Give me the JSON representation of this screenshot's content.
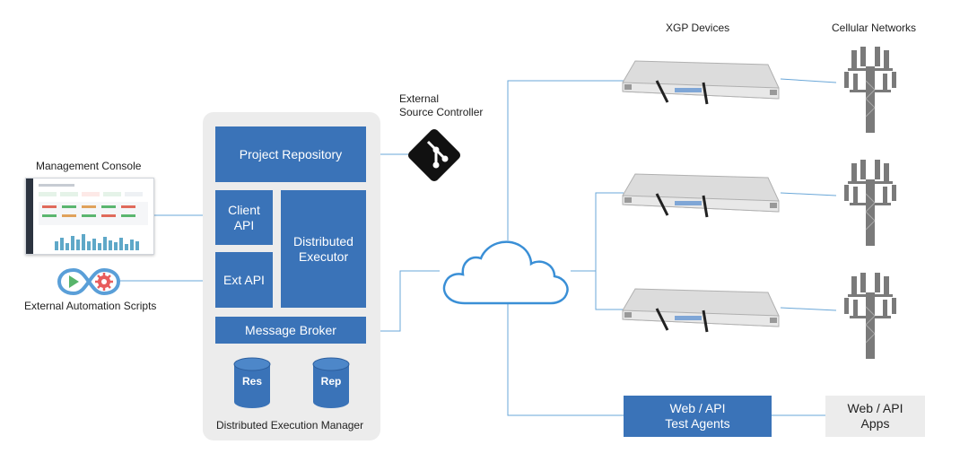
{
  "management_console": {
    "label": "Management Console"
  },
  "automation": {
    "label": "External Automation Scripts"
  },
  "source_controller": {
    "label_line1": "External",
    "label_line2": "Source Controller"
  },
  "manager": {
    "title": "Distributed Execution Manager",
    "project_repository": "Project Repository",
    "client_api": "Client\nAPI",
    "ext_api": "Ext API",
    "distributed_executor": "Distributed\nExecutor",
    "message_broker": "Message Broker",
    "db_res": "Res",
    "db_rep": "Rep"
  },
  "xgp_devices": {
    "label": "XGP Devices"
  },
  "cellular_networks": {
    "label": "Cellular Networks"
  },
  "test_agents": {
    "label": "Web / API\nTest Agents"
  },
  "web_apps": {
    "label": "Web / API\nApps"
  },
  "colors": {
    "accent": "#3a73b8",
    "line": "#6aa7d8",
    "panel": "#ececec"
  },
  "icons": [
    "git-icon",
    "cloud-icon",
    "automation-icon",
    "cell-tower-icon",
    "database-icon"
  ]
}
